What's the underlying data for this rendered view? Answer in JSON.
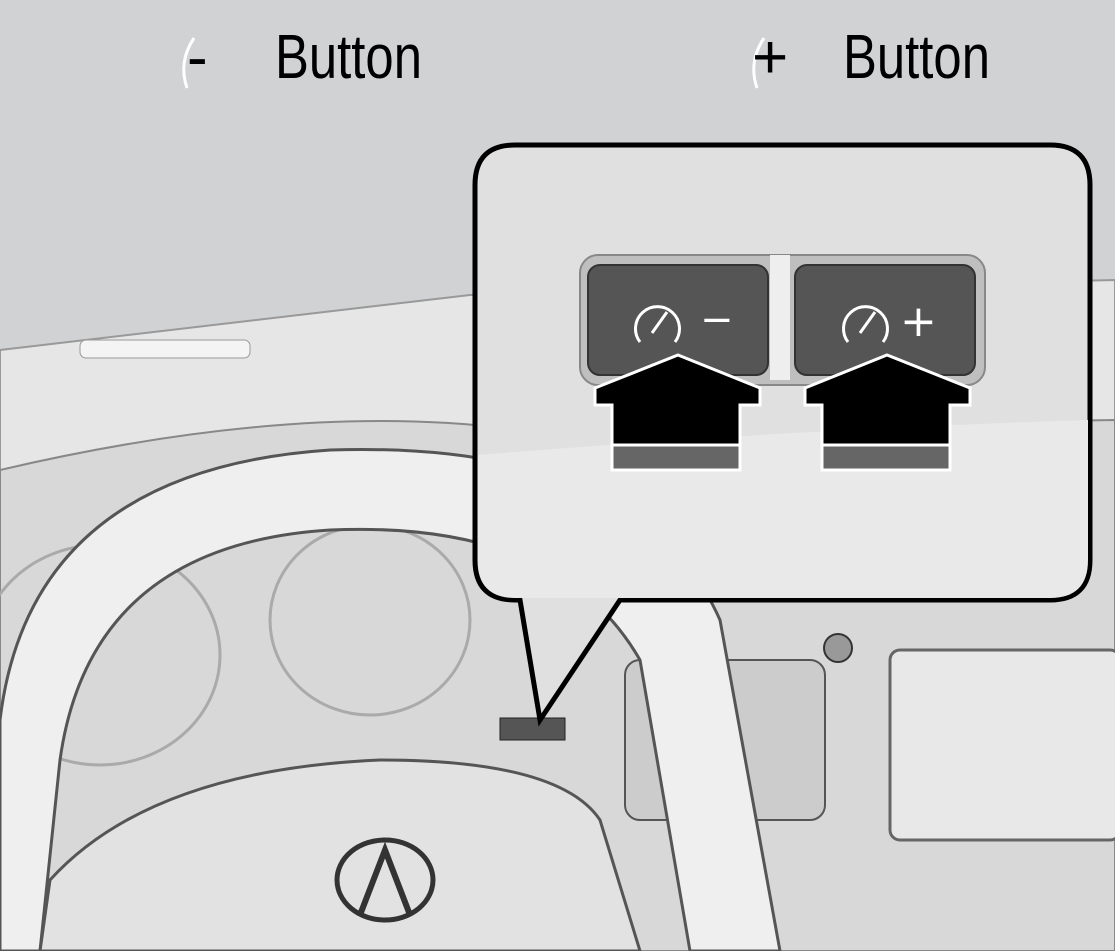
{
  "labels": {
    "minus_symbol": "-",
    "minus_text": "Button",
    "plus_symbol": "+",
    "plus_text": "Button"
  },
  "buttons": {
    "minus_glyph": "−",
    "plus_glyph": "+"
  },
  "icons": [
    "speedometer-icon",
    "minus-icon",
    "plus-icon",
    "arrow-up-icon",
    "acura-logo"
  ]
}
